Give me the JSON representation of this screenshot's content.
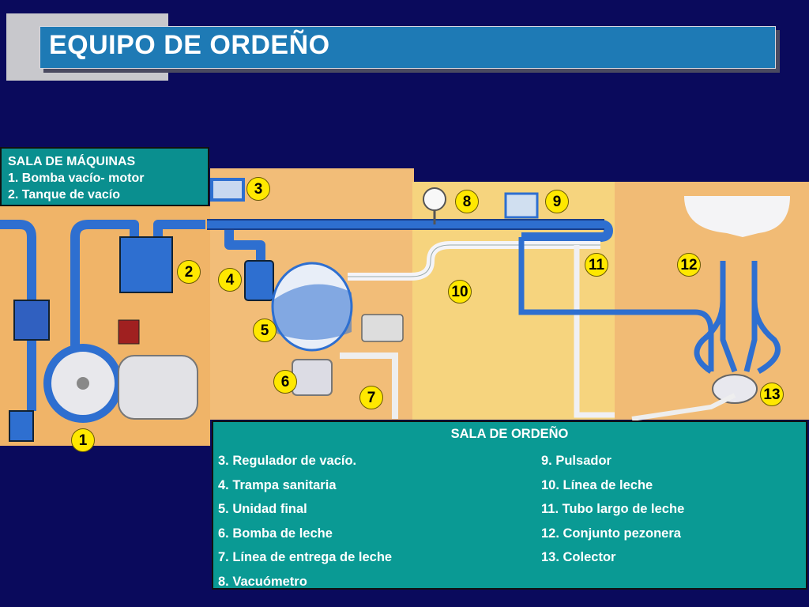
{
  "title": "EQUIPO DE ORDEÑO",
  "machine_room": {
    "heading": "SALA DE MÁQUINAS",
    "items": [
      "1. Bomba vacío- motor",
      "2. Tanque de vacío"
    ]
  },
  "milking_parlor": {
    "heading": "SALA DE ORDEÑO",
    "left_items": [
      "3. Regulador de vacío.",
      "4. Trampa sanitaria",
      "5. Unidad final",
      "6. Bomba de leche",
      "7. Línea de entrega de leche",
      "8. Vacuómetro"
    ],
    "right_items": [
      "9. Pulsador",
      "10. Línea de leche",
      "11. Tubo largo de leche",
      "12. Conjunto  pezonera",
      "13. Colector"
    ]
  },
  "badges": [
    "1",
    "2",
    "3",
    "4",
    "5",
    "6",
    "7",
    "8",
    "9",
    "10",
    "11",
    "12",
    "13"
  ],
  "colors": {
    "background": "#0a0a5c",
    "title_bar": "#1e7ab5",
    "panel": "#f0b86a",
    "legend": "#0a9a94",
    "pipe": "#2e6fd0",
    "badge": "#ffe800"
  }
}
